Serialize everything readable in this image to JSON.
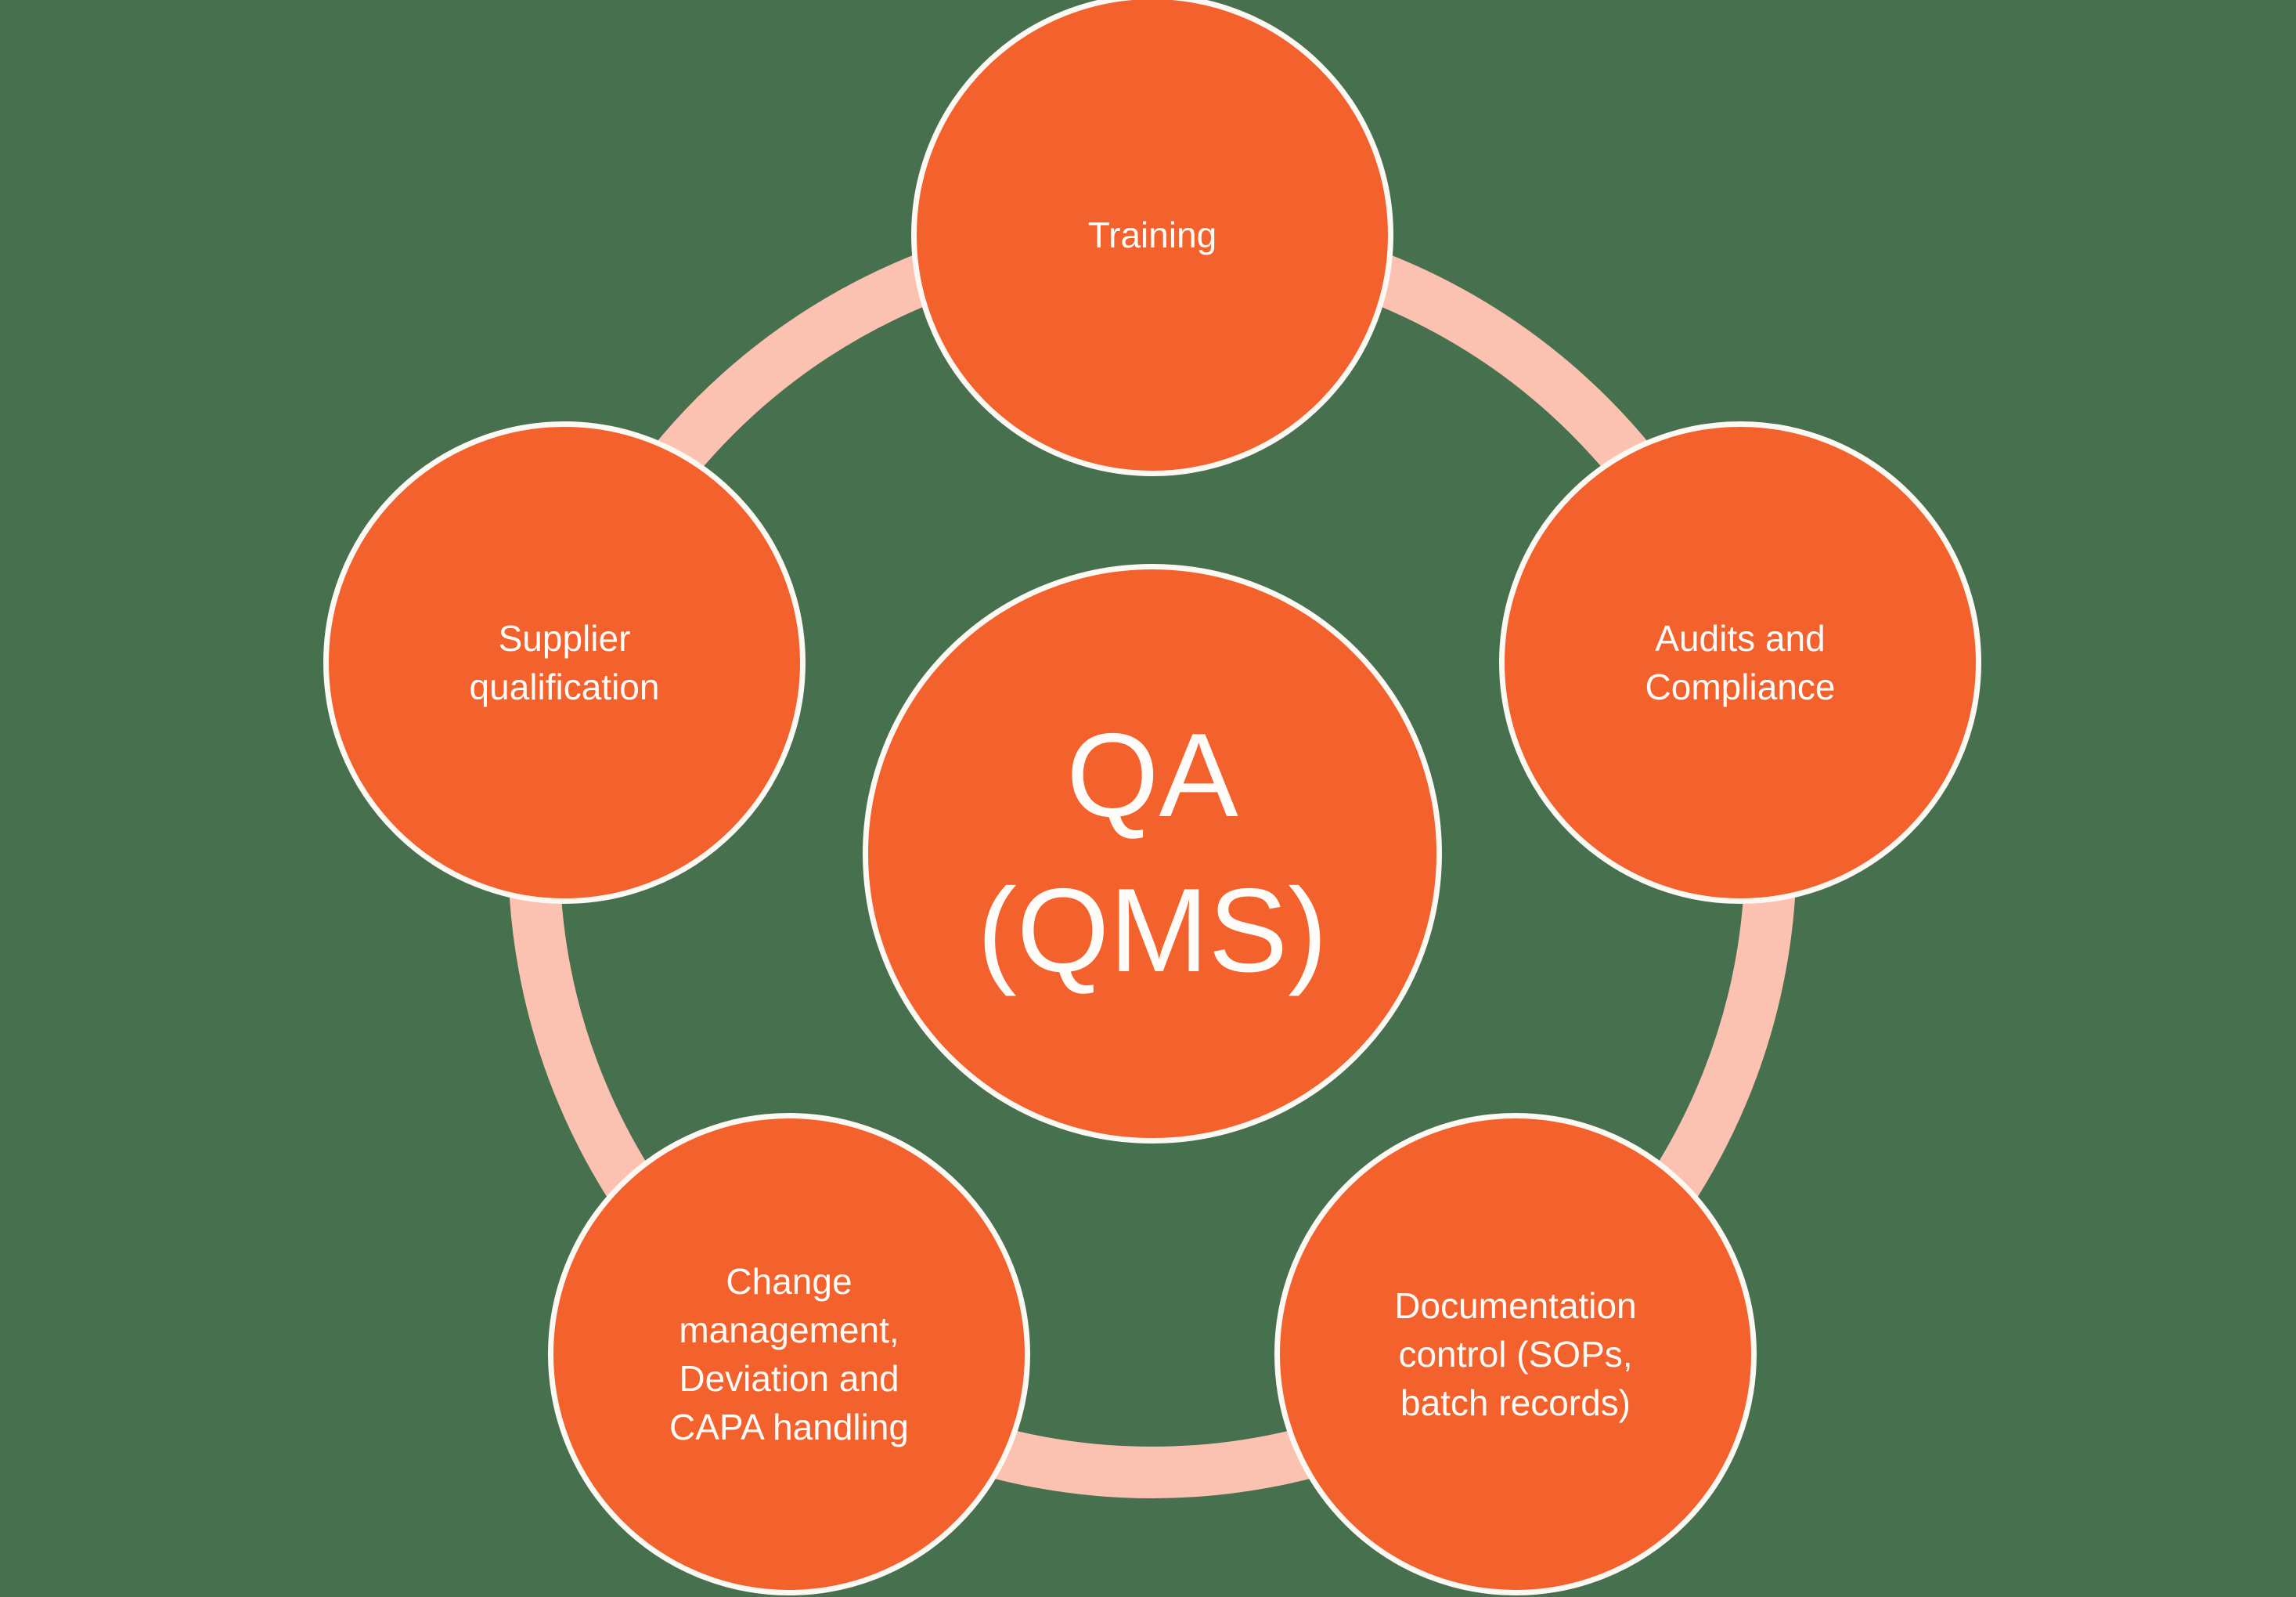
{
  "diagram": {
    "center": {
      "label": "QA\n(QMS)"
    },
    "nodes": {
      "training": {
        "label": "Training"
      },
      "supplier_qualification": {
        "label": "Supplier\nqualification"
      },
      "audits_compliance": {
        "label": "Audits and\nCompliance"
      },
      "change_management": {
        "label": "Change\nmanagement,\nDeviation and\nCAPA handling"
      },
      "documentation_control": {
        "label": "Documentation\ncontrol (SOPs,\nbatch records)"
      }
    },
    "colors": {
      "bg": "#47704E",
      "node": "#F3612D",
      "ring": "#FCC2B1",
      "stroke": "#FCF8F3",
      "text": "#FEFCF9"
    }
  }
}
